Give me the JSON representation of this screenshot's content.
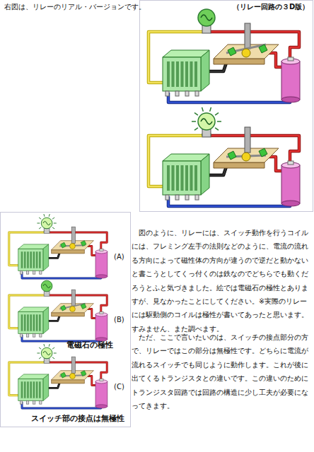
{
  "diagram": {
    "labels": [
      "右図は、リレーのリアル・バージョンです。",
      "（リレー回路の３D版）",
      "図のように、リレーには、スイッチ動作を行うコイルには、フレミング左手の法則などのように、電流の流れる方向によって磁性体の方向が違うので逆だと動かないと書こうとしてくっ付くのは鉄なのでどちらでも動くだろうとふと気づきました。絵では電磁石の極性とありますが、見なかったことにしてください。※実際のリレーには駆動側のコイルは極性が書いてあったと思います。すみません、また調べます。",
      "ただ、ここで言いたいのは、スイッチの接点部分の方で、リレーではこの部分は無極性です。どちらに電流が流れるスイッチでも同じように動作します。これが後に出てくるトランジスタとの違いです。この違いのためにトランジスタ回路では回路の構造に少し工夫が必要になってきます。",
      "(A)",
      "(B)",
      "電磁石の極性",
      "(C)",
      "スイッチ部の接点は無極性"
    ]
  }
}
